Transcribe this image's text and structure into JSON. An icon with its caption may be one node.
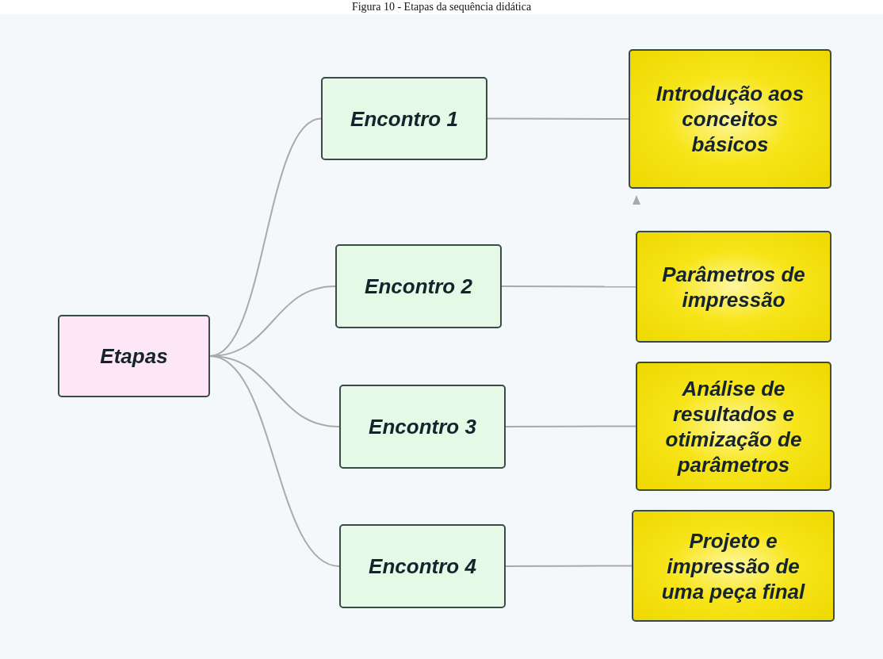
{
  "diagram": {
    "title": "Figura 10 - Etapas da sequência didática",
    "nodes": [
      {
        "text": [
          "Etapas"
        ]
      },
      {
        "text": [
          "Encontro 1"
        ]
      },
      {
        "text": [
          "Encontro 2"
        ]
      },
      {
        "text": [
          "Encontro 3"
        ]
      },
      {
        "text": [
          "Encontro 4"
        ]
      },
      {
        "text": [
          "Introdução aos conceitos básicos"
        ]
      },
      {
        "text": [
          "Parâmetros de impressão"
        ]
      },
      {
        "text": [
          "Análise de resultados e otimização de parâmetros"
        ]
      },
      {
        "text": [
          "Projeto e impressão de uma peça final"
        ]
      }
    ],
    "edges": [
      {
        "from": 0,
        "to": 1,
        "arrow": "none"
      },
      {
        "from": 0,
        "to": 2,
        "arrow": "none"
      },
      {
        "from": 0,
        "to": 3,
        "arrow": "none"
      },
      {
        "from": 0,
        "to": 4,
        "arrow": "none"
      },
      {
        "from": 1,
        "to": 5,
        "arrow": "none"
      },
      {
        "from": 2,
        "to": 6,
        "arrow": "none"
      },
      {
        "from": 3,
        "to": 7,
        "arrow": "none"
      },
      {
        "from": 4,
        "to": 8,
        "arrow": "none"
      }
    ]
  }
}
